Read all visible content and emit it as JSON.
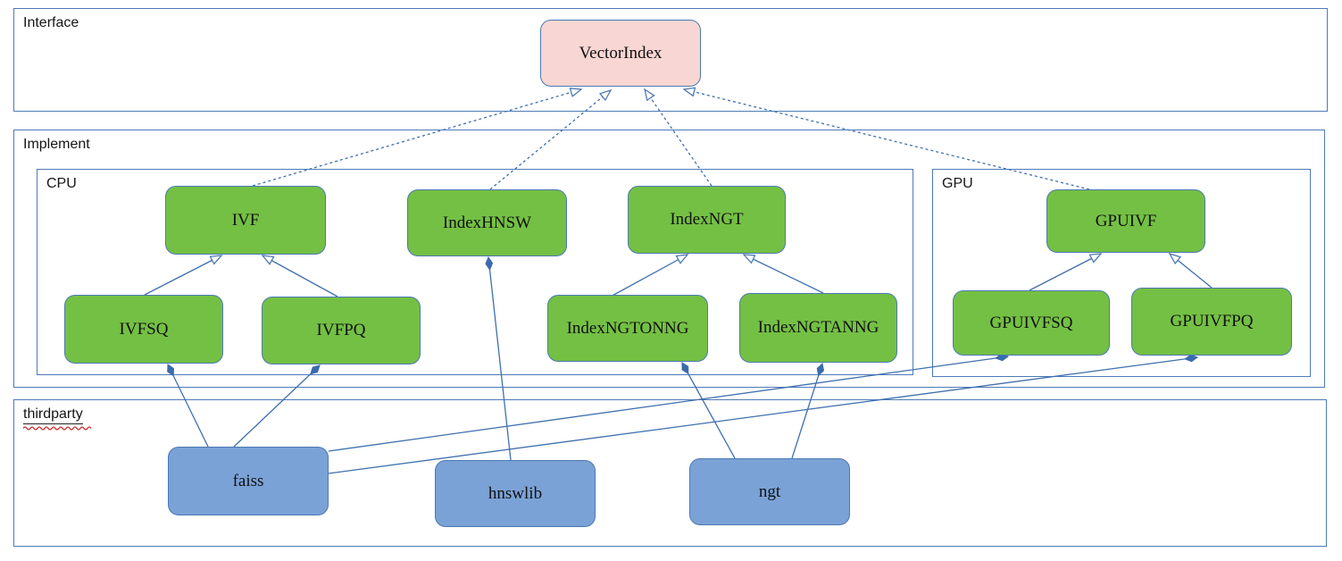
{
  "regions": {
    "interface": {
      "label": "Interface"
    },
    "implement": {
      "label": "Implement"
    },
    "cpu": {
      "label": "CPU"
    },
    "gpu": {
      "label": "GPU"
    },
    "thirdparty": {
      "label": "thirdparty"
    }
  },
  "nodes": {
    "vectorindex": {
      "label": "VectorIndex",
      "kind": "interface-class"
    },
    "ivf": {
      "label": "IVF",
      "kind": "cpu-class"
    },
    "indexhnsw": {
      "label": "IndexHNSW",
      "kind": "cpu-class"
    },
    "indexngt": {
      "label": "IndexNGT",
      "kind": "cpu-class"
    },
    "ivfsq": {
      "label": "IVFSQ",
      "kind": "cpu-class"
    },
    "ivfpq": {
      "label": "IVFPQ",
      "kind": "cpu-class"
    },
    "indexngtonng": {
      "label": "IndexNGTONNG",
      "kind": "cpu-class"
    },
    "indexngtanng": {
      "label": "IndexNGTANNG",
      "kind": "cpu-class"
    },
    "gpuivf": {
      "label": "GPUIVF",
      "kind": "gpu-class"
    },
    "gpuivfsq": {
      "label": "GPUIVFSQ",
      "kind": "gpu-class"
    },
    "gpuivfpq": {
      "label": "GPUIVFPQ",
      "kind": "gpu-class"
    },
    "faiss": {
      "label": "faiss",
      "kind": "thirdparty-lib"
    },
    "hnswlib": {
      "label": "hnswlib",
      "kind": "thirdparty-lib"
    },
    "ngt": {
      "label": "ngt",
      "kind": "thirdparty-lib"
    }
  },
  "edges": [
    {
      "from": "ivf",
      "to": "vectorindex",
      "type": "realization-dashed-hollow-arrow"
    },
    {
      "from": "indexhnsw",
      "to": "vectorindex",
      "type": "realization-dashed-hollow-arrow"
    },
    {
      "from": "indexngt",
      "to": "vectorindex",
      "type": "realization-dashed-hollow-arrow"
    },
    {
      "from": "gpuivf",
      "to": "vectorindex",
      "type": "realization-dashed-hollow-arrow"
    },
    {
      "from": "ivfsq",
      "to": "ivf",
      "type": "generalization-hollow-arrow"
    },
    {
      "from": "ivfpq",
      "to": "ivf",
      "type": "generalization-hollow-arrow"
    },
    {
      "from": "indexngtonng",
      "to": "indexngt",
      "type": "generalization-hollow-arrow"
    },
    {
      "from": "indexngtanng",
      "to": "indexngt",
      "type": "generalization-hollow-arrow"
    },
    {
      "from": "gpuivfsq",
      "to": "gpuivf",
      "type": "generalization-hollow-arrow"
    },
    {
      "from": "gpuivfpq",
      "to": "gpuivf",
      "type": "generalization-hollow-arrow"
    },
    {
      "from": "faiss",
      "to": "ivfsq",
      "type": "composition-filled-diamond"
    },
    {
      "from": "faiss",
      "to": "ivfpq",
      "type": "composition-filled-diamond"
    },
    {
      "from": "faiss",
      "to": "gpuivfsq",
      "type": "composition-filled-diamond"
    },
    {
      "from": "faiss",
      "to": "gpuivfpq",
      "type": "composition-filled-diamond"
    },
    {
      "from": "hnswlib",
      "to": "indexhnsw",
      "type": "composition-filled-diamond"
    },
    {
      "from": "ngt",
      "to": "indexngtonng",
      "type": "composition-filled-diamond"
    },
    {
      "from": "ngt",
      "to": "indexngtanng",
      "type": "composition-filled-diamond"
    }
  ],
  "colors": {
    "interface_fill": "#f8d6d3",
    "implement_fill": "#74c044",
    "thirdparty_fill": "#7ba2d6",
    "box_border": "#4c79b2",
    "region_border": "#4d7ab5",
    "connector": "#3f6fae",
    "spellcheck_squiggle": "#cc2222"
  }
}
